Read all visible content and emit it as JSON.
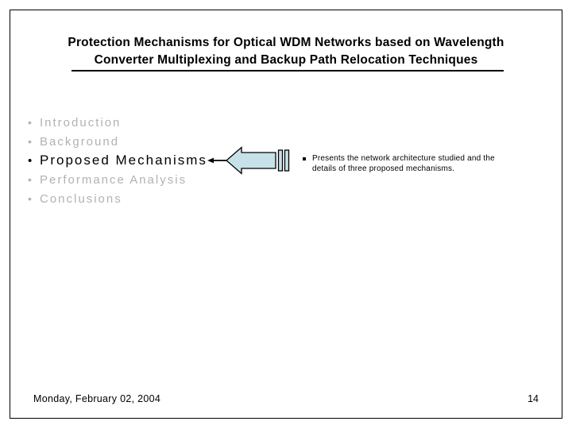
{
  "slide": {
    "title": {
      "line1": "Protection Mechanisms for Optical WDM Networks based on Wavelength",
      "line2": "Converter Multiplexing and Backup Path Relocation Techniques"
    },
    "outline": {
      "bullet_char": "•",
      "items": [
        {
          "label": "Introduction",
          "active": false
        },
        {
          "label": "Background",
          "active": false
        },
        {
          "label": "Proposed Mechanisms",
          "active": true
        },
        {
          "label": "Performance Analysis",
          "active": false
        },
        {
          "label": "Conclusions",
          "active": false
        }
      ]
    },
    "callout": {
      "lines": [
        "Presents the network architecture studied and the",
        "details of three proposed mechanisms."
      ],
      "arrow_icon": "striped-left-block-arrow"
    },
    "footer": {
      "date": "Monday, February 02, 2004",
      "page_number": "14"
    },
    "colors": {
      "active_text": "#000000",
      "inactive_text": "#b2b2b2",
      "arrow_fill": "#c6e2e8",
      "arrow_stroke": "#000000",
      "slide_border": "#000000"
    }
  }
}
